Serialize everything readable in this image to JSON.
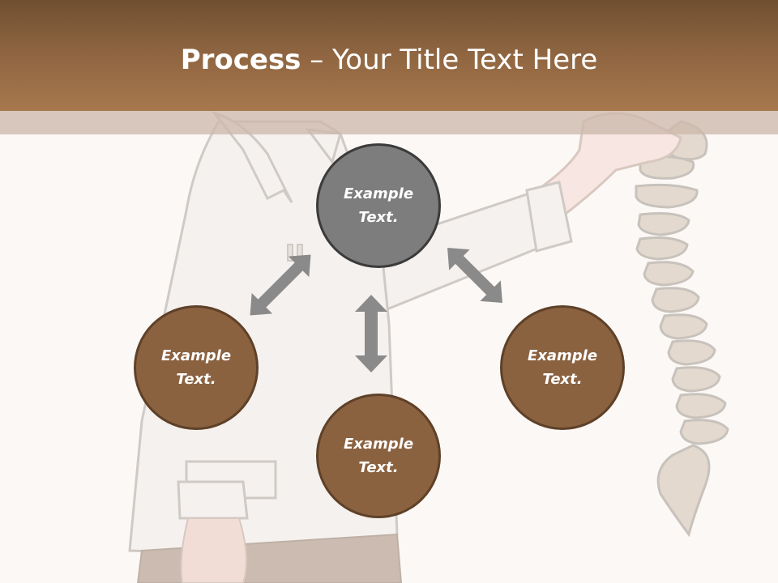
{
  "title": {
    "bold": "Process",
    "rest": " – Your Title Text Here"
  },
  "nodes": [
    {
      "line1": "Example",
      "line2": "Text."
    },
    {
      "line1": "Example",
      "line2": "Text."
    },
    {
      "line1": "Example",
      "line2": "Text."
    },
    {
      "line1": "Example",
      "line2": "Text."
    }
  ],
  "colors": {
    "header_top": "#6f4f31",
    "header_bottom": "#a7784d",
    "node_fill": "#8b6240",
    "node_center_fill": "#7d7d7d",
    "arrow": "#8a8a8a",
    "background": "#fcf8f5"
  }
}
